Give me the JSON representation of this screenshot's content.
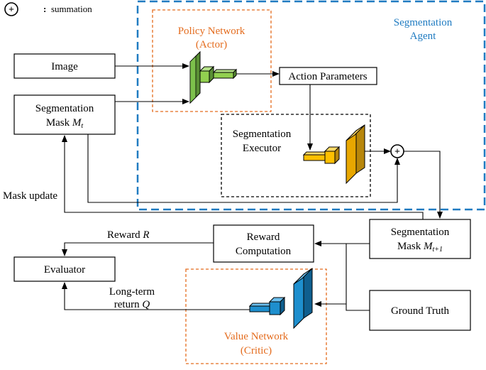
{
  "legend": {
    "symbol": "+",
    "separator": ":",
    "text": "summation"
  },
  "agent_region": {
    "title_line1": "Segmentation",
    "title_line2": "Agent",
    "color": "#1f7bc1"
  },
  "policy_network": {
    "line1": "Policy Network",
    "line2": "(Actor)",
    "color": "#e46c1e"
  },
  "value_network": {
    "line1": "Value Network",
    "line2": "(Critic)",
    "color": "#e46c1e"
  },
  "boxes": {
    "image": "Image",
    "segmentation_mask": {
      "line1": "Segmentation",
      "line2_prefix": "Mask ",
      "symbol": "M",
      "subscript": "t"
    },
    "action_parameters": "Action Parameters",
    "segmentation_executor": {
      "line1": "Segmentation",
      "line2": "Executor"
    },
    "reward_computation": {
      "line1": "Reward",
      "line2": "Computation"
    },
    "evaluator": "Evaluator",
    "segmentation_mask_next": {
      "line1": "Segmentation",
      "line2_prefix": "Mask ",
      "symbol": "M",
      "subscript": "t+1"
    },
    "ground_truth": "Ground Truth"
  },
  "edge_labels": {
    "mask_update": "Mask update",
    "reward": {
      "text": "Reward ",
      "symbol": "R"
    },
    "long_term": {
      "line1": "Long-term",
      "line2_prefix": "return ",
      "symbol": "Q"
    }
  },
  "colors": {
    "actor_net": "#70ad47",
    "executor_net": "#e8a700",
    "critic_net": "#1e8fce"
  }
}
